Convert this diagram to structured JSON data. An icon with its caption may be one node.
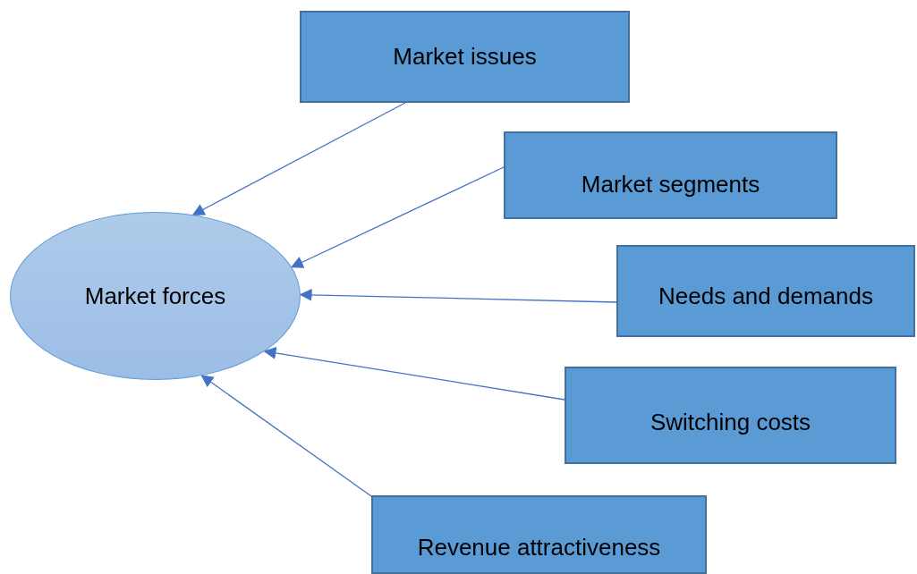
{
  "diagram": {
    "nodes": [
      {
        "text": [
          "Market forces"
        ]
      },
      {
        "text": [
          "Market issues"
        ]
      },
      {
        "text": [
          "Market segments"
        ]
      },
      {
        "text": [
          "Needs and demands"
        ]
      },
      {
        "text": [
          "Switching costs"
        ]
      },
      {
        "text": [
          "Revenue attractiveness"
        ]
      }
    ],
    "edges": [
      {
        "from": 1,
        "to": 0,
        "arrow": "to"
      },
      {
        "from": 2,
        "to": 0,
        "arrow": "to"
      },
      {
        "from": 3,
        "to": 0,
        "arrow": "to"
      },
      {
        "from": 4,
        "to": 0,
        "arrow": "to"
      },
      {
        "from": 5,
        "to": 0,
        "arrow": "to"
      }
    ]
  }
}
